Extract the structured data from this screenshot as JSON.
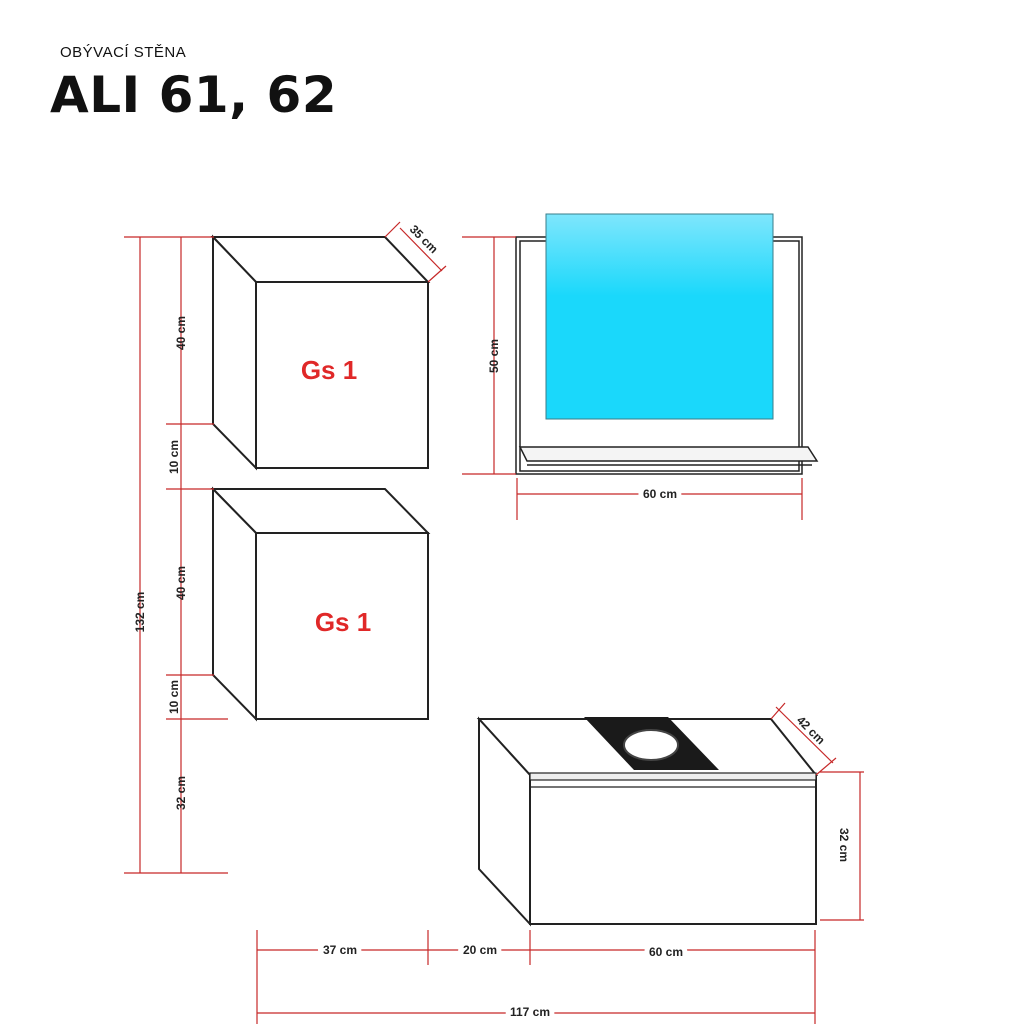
{
  "header": {
    "subtitle": "OBÝVACÍ STĚNA",
    "title": "ALI 61, 62"
  },
  "colors": {
    "dimension_line": "#c62828",
    "outline": "#222222",
    "label": "#e02828",
    "screen_top": "#7fe6fc",
    "screen_bottom": "#1ad8fb",
    "hob": "#1a1a1a"
  },
  "cabinets": {
    "upper_label": "Gs 1",
    "lower_label": "Gs 1"
  },
  "dimensions": {
    "total_height": "132 cm",
    "upper_height": "40 cm",
    "upper_gap": "10 cm",
    "lower_height": "40 cm",
    "lower_gap": "10 cm",
    "bottom_height": "32 cm",
    "cube_depth": "35 cm",
    "panel_height": "50 cm",
    "panel_width": "60 cm",
    "base_depth": "42 cm",
    "base_height": "32 cm",
    "offset_left": "37 cm",
    "offset_gap": "20 cm",
    "base_width": "60 cm",
    "total_width": "117 cm"
  }
}
